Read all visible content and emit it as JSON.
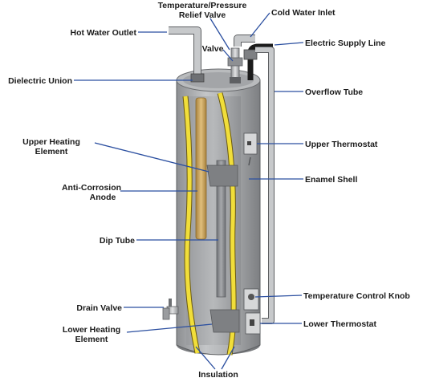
{
  "labels": {
    "temp_pressure_valve_line1": "Temperature/Pressure",
    "temp_pressure_valve_line2": "Relief Valve",
    "cold_water_inlet": "Cold Water Inlet",
    "hot_water_outlet": "Hot Water Outlet",
    "valve": "Valve",
    "electric_supply_line": "Electric Supply Line",
    "dielectric_union": "Dielectric Union",
    "overflow_tube": "Overflow Tube",
    "upper_heating_element_line1": "Upper Heating",
    "upper_heating_element_line2": "Element",
    "upper_thermostat": "Upper Thermostat",
    "enamel_shell": "Enamel Shell",
    "anti_corrosion_anode_line1": "Anti-Corrosion",
    "anti_corrosion_anode_line2": "Anode",
    "dip_tube": "Dip Tube",
    "temperature_control_knob": "Temperature Control Knob",
    "drain_valve": "Drain Valve",
    "lower_thermostat": "Lower Thermostat",
    "lower_heating_element_line1": "Lower Heating",
    "lower_heating_element_line2": "Element",
    "insulation": "Insulation"
  },
  "colors": {
    "leader_line": "#2b4fa0",
    "tank_body": "#a8aaac",
    "insulation": "#f1de3a",
    "anode": "#c9a25a",
    "dip_tube": "#8e9094",
    "pipes": "#b9bbbd"
  }
}
